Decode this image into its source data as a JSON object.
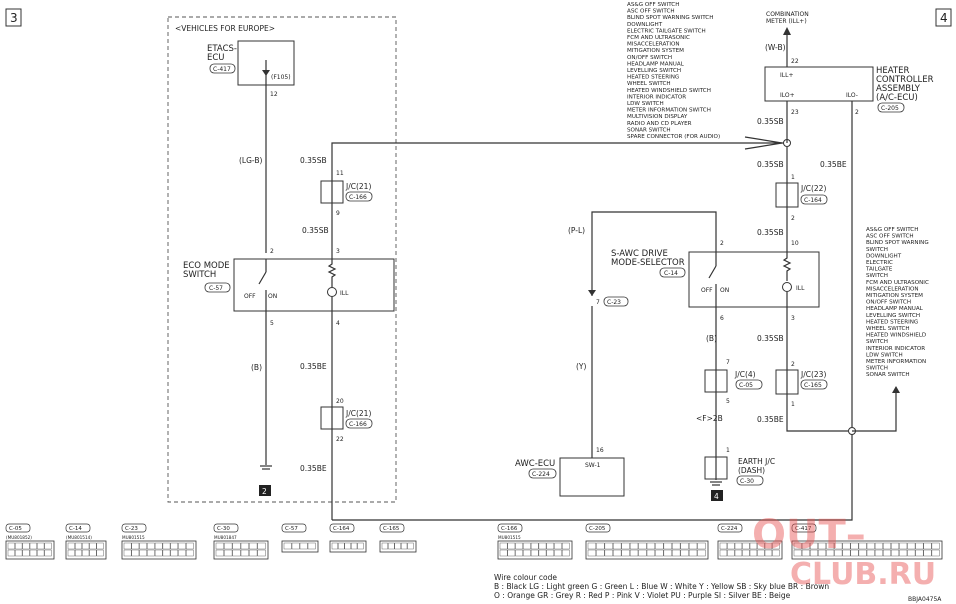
{
  "page": {
    "left_page_no": "3",
    "right_page_no": "4",
    "doc_code": "BBJA0475A"
  },
  "europe": {
    "label": "<VEHICLES FOR EUROPE>"
  },
  "etacs": {
    "name_1": "ETACS-",
    "name_2": "ECU",
    "connector": "C-417",
    "fuse": "(F105)",
    "pin": "12"
  },
  "wires": {
    "lg_b": "(LG-B)",
    "sb_1": "0.35SB",
    "sb_2": "0.35SB",
    "b_left": "(B)",
    "be_1": "0.35BE",
    "be_2": "0.35BE",
    "y": "(Y)",
    "p_l": "(P-L)",
    "w_b": "(W-B)",
    "sb_3": "0.35SB",
    "sb_4": "0.35SB",
    "sb_5": "0.35SB",
    "sb_6": "0.35SB",
    "be_3": "0.35BE",
    "be_4": "0.35BE",
    "b_mid": "(B)",
    "f2b": "<F>2B"
  },
  "jc21_top": {
    "label": "J/C(21)",
    "connector": "C-166",
    "pin_top": "11",
    "pin_bottom": "9"
  },
  "eco": {
    "name_1": "ECO MODE",
    "name_2": "SWITCH",
    "connector": "C-57",
    "pin_2": "2",
    "pin_3": "3",
    "pin_5": "5",
    "pin_4": "4",
    "off": "OFF",
    "on": "ON",
    "ill": "ILL"
  },
  "jc21_bot": {
    "label": "J/C(21)",
    "connector": "C-166",
    "pin_top": "20",
    "pin_bottom": "22"
  },
  "ground_left": "2",
  "sawc": {
    "name_1": "S-AWC DRIVE",
    "name_2": "MODE-SELECTOR",
    "connector": "C-14",
    "pin_2": "2",
    "pin_10": "10",
    "pin_6": "6",
    "pin_3": "3",
    "off": "OFF",
    "on": "ON",
    "ill": "ILL"
  },
  "heater": {
    "name_1": "HEATER",
    "name_2": "CONTROLLER",
    "name_3": "ASSEMBLY",
    "name_4": "(A/C-ECU)",
    "connector": "C-205",
    "ill_plus": "ILL+",
    "ilo_plus": "ILO+",
    "ilo_minus": "ILO-",
    "pin_22": "22",
    "pin_23": "23",
    "pin_2": "2"
  },
  "combo": {
    "name_1": "COMBINATION",
    "name_2": "METER (ILL+)"
  },
  "jc22": {
    "label": "J/C(22)",
    "connector": "C-164",
    "pin_top": "1",
    "pin_bottom": "2"
  },
  "jc23": {
    "label": "J/C(23)",
    "connector": "C-165",
    "pin_top": "2",
    "pin_bottom": "1"
  },
  "jc4": {
    "label": "J/C(4)",
    "connector": "C-05",
    "pin_top": "7",
    "pin_bottom": "5"
  },
  "earth": {
    "name_1": "EARTH J/C",
    "name_2": "(DASH)",
    "connector": "C-30",
    "pin": "1",
    "ground": "4"
  },
  "awc": {
    "name": "AWC-ECU",
    "connector": "C-224",
    "pin": "16",
    "terminal": "SW-1",
    "pin_in": "7",
    "conn_in": "C-23"
  },
  "connector_c23_arrow": "C-23",
  "top_list": [
    "AS&G OFF SWITCH",
    "ASC OFF SWITCH",
    "BLIND SPOT WARNING SWITCH",
    "DOWNLIGHT",
    "ELECTRIC TAILGATE SWITCH",
    "FCM AND ULTRASONIC",
    "MISACCELERATION",
    "MITIGATION SYSTEM",
    "ON/OFF SWITCH",
    "HEADLAMP MANUAL",
    "LEVELLING SWITCH",
    "HEATED STEERING",
    "WHEEL SWITCH",
    "HEATED WINDSHIELD SWITCH",
    "INTERIOR INDICATOR",
    "LDW SWITCH",
    "METER INFORMATION SWITCH",
    "MULTIVISION DISPLAY",
    "RADIO AND CD PLAYER",
    "SONAR SWITCH",
    "SPARE CONNECTOR (FOR AUDIO)"
  ],
  "right_list": [
    "AS&G OFF SWITCH",
    "ASC OFF SWITCH",
    "BLIND SPOT WARNING",
    "SWITCH",
    "DOWNLIGHT",
    "ELECTRIC",
    "TAILGATE",
    "SWITCH",
    "FCM AND ULTRASONIC",
    "MISACCELERATION",
    "MITIGATION SYSTEM",
    "ON/OFF SWITCH",
    "HEADLAMP MANUAL",
    "LEVELLING SWITCH",
    "HEATED STEERING",
    "WHEEL SWITCH",
    "HEATED WINDSHIELD",
    "SWITCH",
    "INTERIOR INDICATOR",
    "LDW SWITCH",
    "METER INFORMATION",
    "SWITCH",
    "SONAR SWITCH"
  ],
  "connectors_left": [
    {
      "id": "C-05",
      "part": "(MU801852)"
    },
    {
      "id": "C-14",
      "part": "(MU801514)"
    },
    {
      "id": "C-23",
      "part": "MU801515"
    },
    {
      "id": "C-30",
      "part": "MU801847"
    },
    {
      "id": "C-57",
      "part": ""
    },
    {
      "id": "C-164",
      "part": ""
    },
    {
      "id": "C-165",
      "part": ""
    }
  ],
  "connectors_right": [
    {
      "id": "C-166",
      "part": "MU801515"
    },
    {
      "id": "C-205",
      "part": ""
    },
    {
      "id": "C-224",
      "part": ""
    },
    {
      "id": "C-417",
      "part": ""
    }
  ],
  "legend": {
    "title": "Wire colour code",
    "row1": "B : Black   LG : Light green   G : Green   L : Blue   W : White   Y : Yellow   SB : Sky blue   BR : Brown",
    "row2": "O : Orange   GR : Grey   R : Red   P : Pink   V : Violet   PU : Purple   SI : Silver   BE : Beige"
  },
  "watermark": {
    "line1": "OUT–",
    "line2": "CLUB.RU"
  }
}
